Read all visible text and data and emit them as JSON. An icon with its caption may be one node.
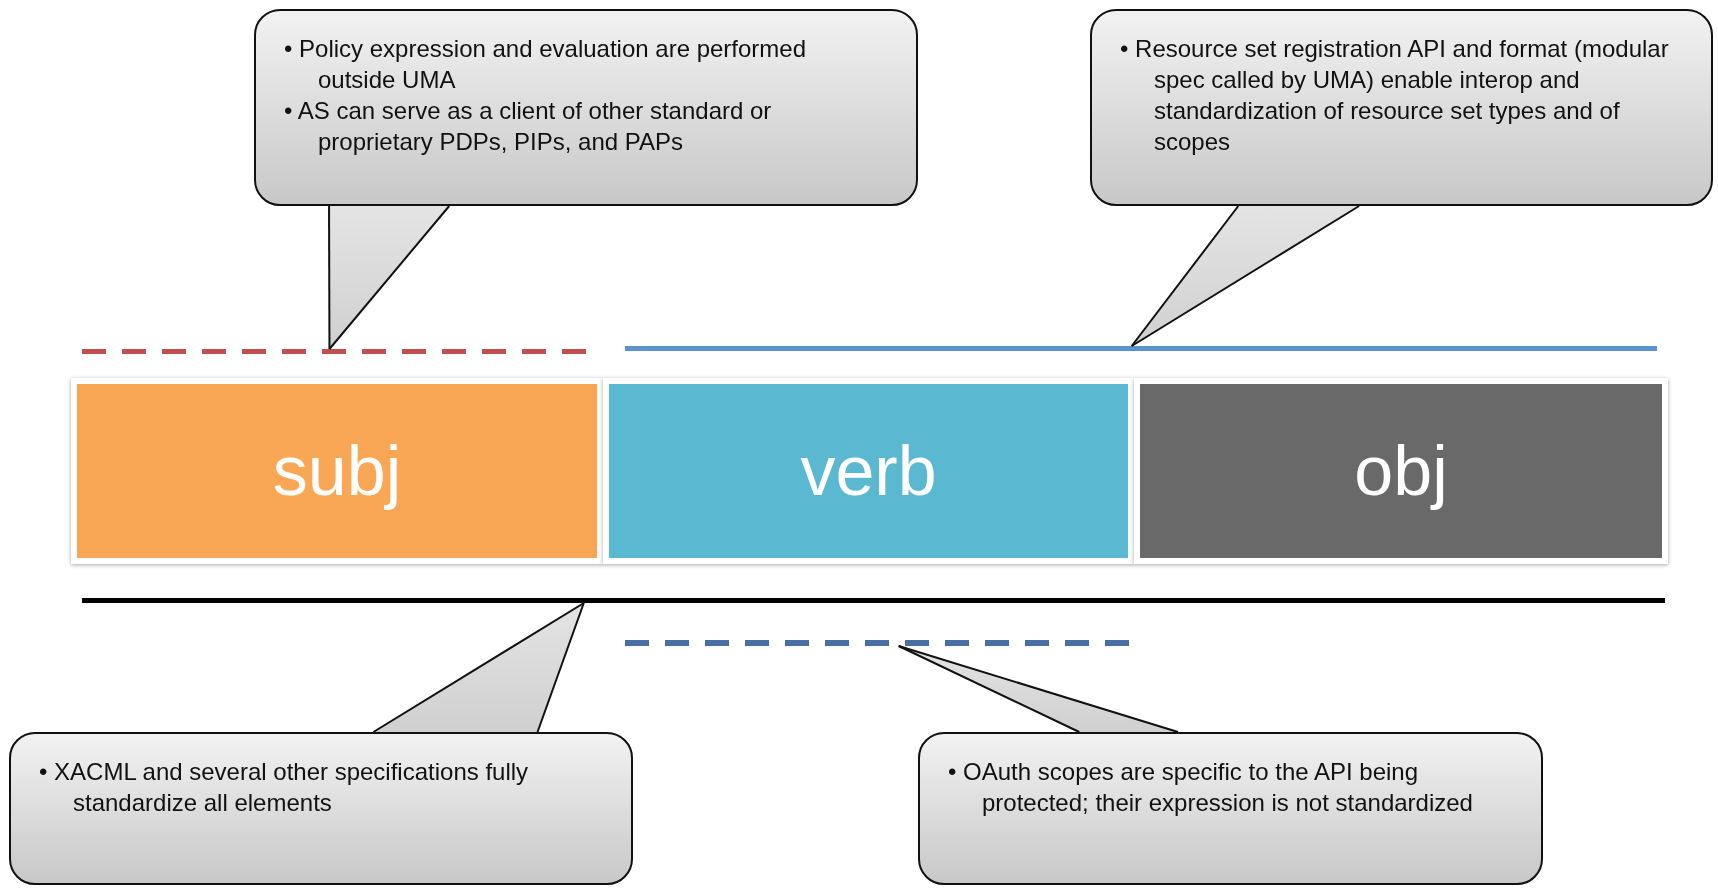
{
  "diagram": {
    "nodes": [
      {
        "text": [
          "• Policy expression and evaluation are performed outside UMA",
          "• AS can serve as a client of other standard or proprietary PDPs, PIPs, and PAPs"
        ]
      },
      {
        "text": [
          "• Resource set registration API and format (modular spec called by UMA) enable interop and standardization of resource set types and of scopes"
        ]
      },
      {
        "text": [],
        "shape": "line"
      },
      {
        "text": [],
        "shape": "line"
      },
      {
        "text": [
          "subj"
        ]
      },
      {
        "text": [
          "verb"
        ]
      },
      {
        "text": [
          "obj"
        ]
      },
      {
        "text": [],
        "shape": "line"
      },
      {
        "text": [],
        "shape": "line"
      },
      {
        "text": [
          "• XACML and several other specifications fully standardize all elements"
        ]
      },
      {
        "text": [
          "• OAuth scopes are specific to the API being protected; their expression is not standardized"
        ]
      }
    ],
    "edges": [
      {
        "from": 0,
        "to": 2,
        "arrow": "none"
      },
      {
        "from": 1,
        "to": 3,
        "arrow": "none"
      },
      {
        "from": 9,
        "to": 7,
        "arrow": "none"
      },
      {
        "from": 10,
        "to": 8,
        "arrow": "none"
      }
    ]
  }
}
